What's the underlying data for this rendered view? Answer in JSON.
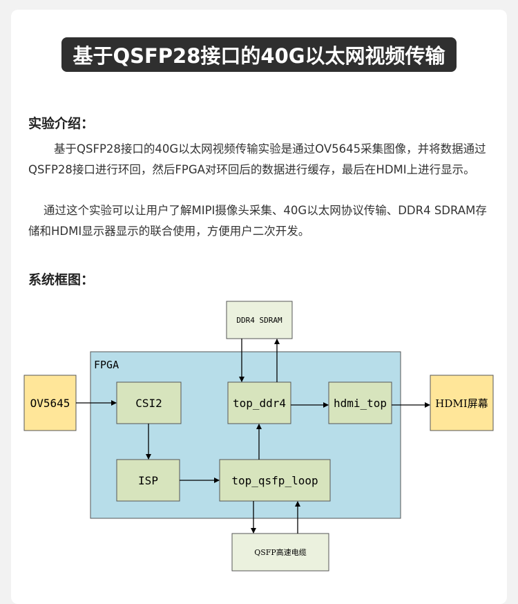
{
  "title": "基于QSFP28接口的40G以太网视频传输",
  "intro": {
    "heading": "实验介绍：",
    "paragraph1": "基于QSFP28接口的40G以太网视频传输实验是通过OV5645采集图像，并将数据通过QSFP28接口进行环回，然后FPGA对环回后的数据进行缓存，最后在HDMI上进行显示。",
    "paragraph2": "通过这个实验可以让用户了解MIPI摄像头采集、40G以太网协议传输、DDR4 SDRAM存储和HDMI显示器显示的联合使用，方便用户二次开发。"
  },
  "diagram_section": {
    "heading": "系统框图：",
    "fpga_label": "FPGA",
    "blocks": {
      "ov5645": "OV5645",
      "csi2": "CSI2",
      "isp": "ISP",
      "top_ddr4": "top_ddr4",
      "top_qsfp_loop": "top_qsfp_loop",
      "hdmi_top": "hdmi_top",
      "hdmi_screen": "HDMI屏幕",
      "ddr4_sdram": "DDR4 SDRAM",
      "qsfp_cable": "QSFP高速电缆"
    },
    "colors": {
      "fpga_fill": "#b7dde9",
      "module_fill": "#d7e4bd",
      "external_fill": "#ffe699",
      "memory_fill": "#ebf1de"
    }
  }
}
